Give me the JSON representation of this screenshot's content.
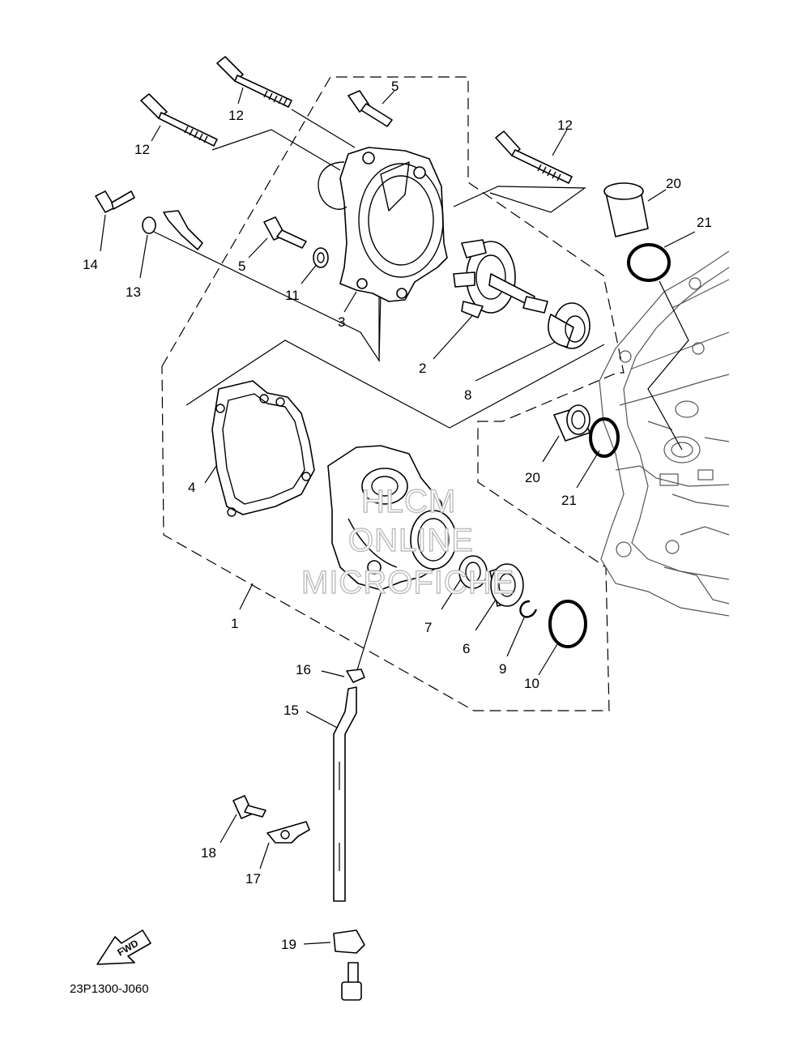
{
  "diagram": {
    "code": "23P1300-J060",
    "fwd_label": "FWD",
    "watermark": [
      "HLCM",
      "ONLINE",
      "MICROFICHE"
    ],
    "labels": {
      "1": "1",
      "2": "2",
      "3": "3",
      "4": "4",
      "5a": "5",
      "5b": "5",
      "6": "6",
      "7": "7",
      "8": "8",
      "9": "9",
      "10": "10",
      "11": "11",
      "12a": "12",
      "12b": "12",
      "12c": "12",
      "13": "13",
      "14": "14",
      "15": "15",
      "16": "16",
      "17": "17",
      "18": "18",
      "19": "19",
      "20a": "20",
      "20b": "20",
      "21a": "21",
      "21b": "21"
    }
  }
}
